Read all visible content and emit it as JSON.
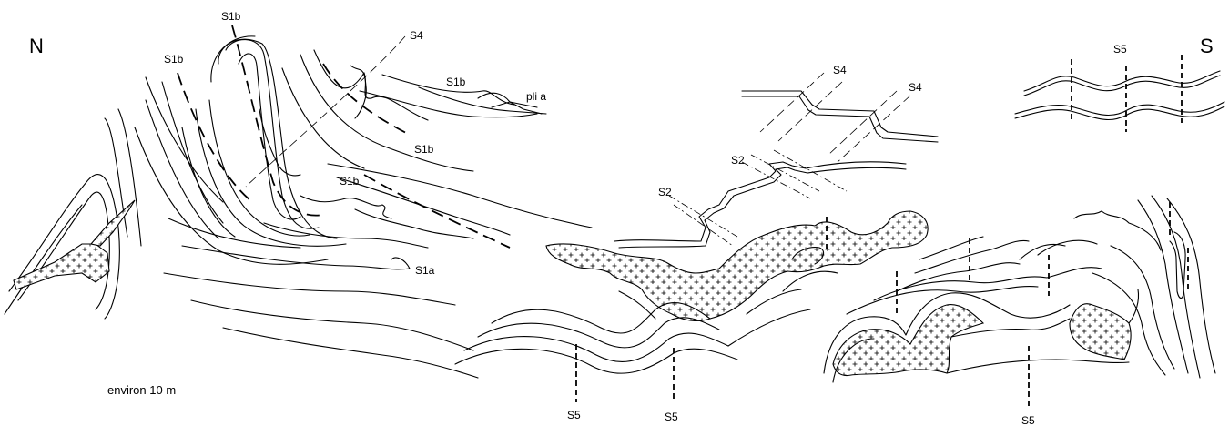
{
  "figure": {
    "north_label": "N",
    "south_label": "S",
    "scale_text": "environ 10 m",
    "labels": {
      "s1b_top": "S1b",
      "s1b_left": "S1b",
      "s1b_upper": "S1b",
      "s1b_right": "S1b",
      "s1b_mid": "S1b",
      "s1a": "S1a",
      "pli_a": "pli a",
      "s4_top": "S4",
      "s4_center": "S4",
      "s4_right": "S4",
      "s2_upper": "S2",
      "s2_lower": "S2",
      "s5_top_right": "S5",
      "s5_bottom_left": "S5",
      "s5_bottom_mid": "S5",
      "s5_bottom_right": "S5"
    }
  }
}
